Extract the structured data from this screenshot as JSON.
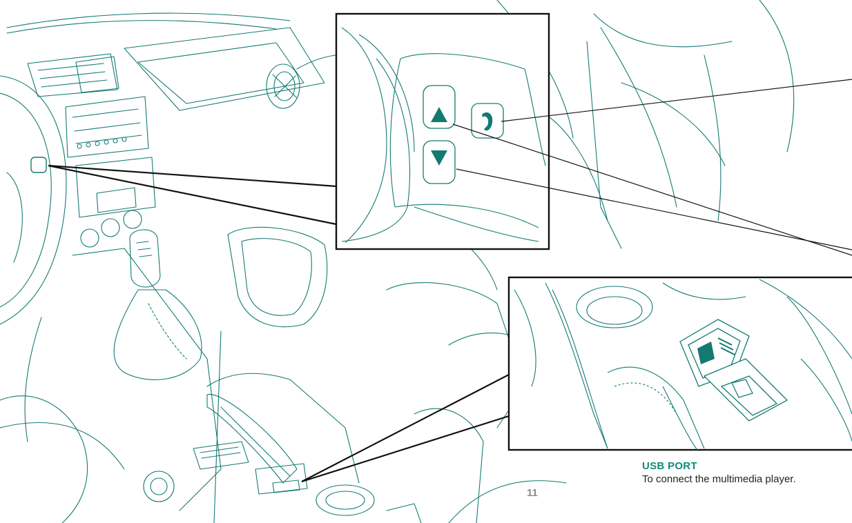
{
  "usb": {
    "title": "USB PORT",
    "description": "To connect the multimedia player."
  },
  "page": {
    "number": "11"
  },
  "colors": {
    "line": "#137a72",
    "accent": "#0f8a7e",
    "callout": "#111111",
    "folio": "#8c8c8c"
  },
  "icons": {
    "up_arrow": "triangle-up",
    "down_arrow": "triangle-down",
    "phone": "phone-handset"
  }
}
